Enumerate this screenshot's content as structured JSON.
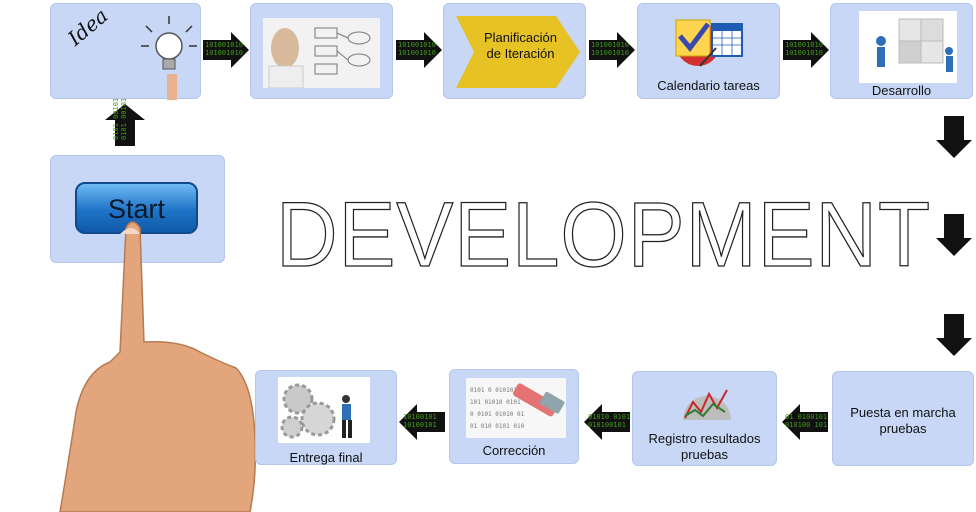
{
  "title": "DEVELOPMENT",
  "start_button": "Start",
  "idea_label": "Idea",
  "steps": {
    "planificacion": "Planificación de Iteración",
    "calendario": "Calendario tareas",
    "desarrollo": "Desarrollo",
    "puesta": "Puesta en marcha pruebas",
    "registro": "Registro resultados pruebas",
    "correccion": "Corrección",
    "entrega": "Entrega final"
  },
  "binary": {
    "a": "101001010\n101001010",
    "b": "101001010\n101001010",
    "c": "101001010\n101001010",
    "d": "101001010\n101001010",
    "e": "10100101\n10100101",
    "f": "01 0100101\n010100 101",
    "g": "01010 0101\n010100101",
    "h": "0101 00101\n0101 00101"
  },
  "colors": {
    "box": "#c7d7f5",
    "arrow": "#111111",
    "binary": "#3f9b1a",
    "chevron": "#e6c224"
  }
}
